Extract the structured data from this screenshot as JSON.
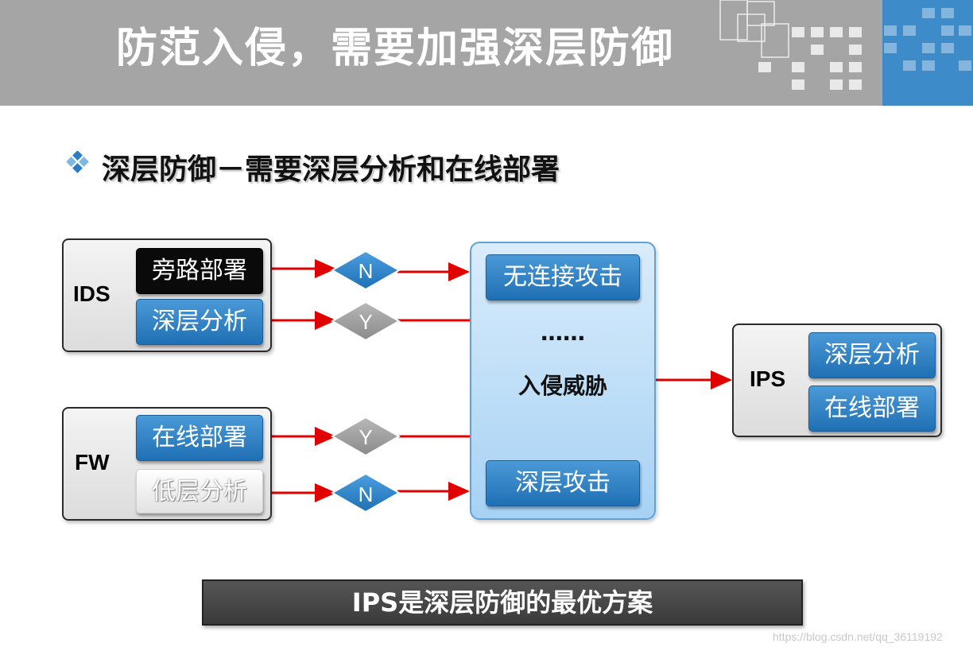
{
  "header": {
    "title": "防范入侵，需要加强深层防御"
  },
  "subtitle": "深层防御－需要深层分析和在线部署",
  "ids": {
    "label": "IDS",
    "items": [
      "旁路部署",
      "深层分析"
    ],
    "decisions": [
      "N",
      "Y"
    ]
  },
  "fw": {
    "label": "FW",
    "items": [
      "在线部署",
      "低层分析"
    ],
    "decisions": [
      "Y",
      "N"
    ]
  },
  "threats": {
    "top": "无连接攻击",
    "ellipsis": "……",
    "title": "入侵威胁",
    "bottom": "深层攻击"
  },
  "ips": {
    "label": "IPS",
    "items": [
      "深层分析",
      "在线部署"
    ]
  },
  "conclusion": "IPS是深层防御的最优方案",
  "watermark": "https://blog.csdn.net/qq_36119192",
  "colors": {
    "header_bg": "#a5a5a5",
    "accent_blue": "#2f7fc3",
    "arrow_red": "#e00000",
    "diamond_blue": "#2a86cf",
    "diamond_grey": "#9a9a9a"
  }
}
